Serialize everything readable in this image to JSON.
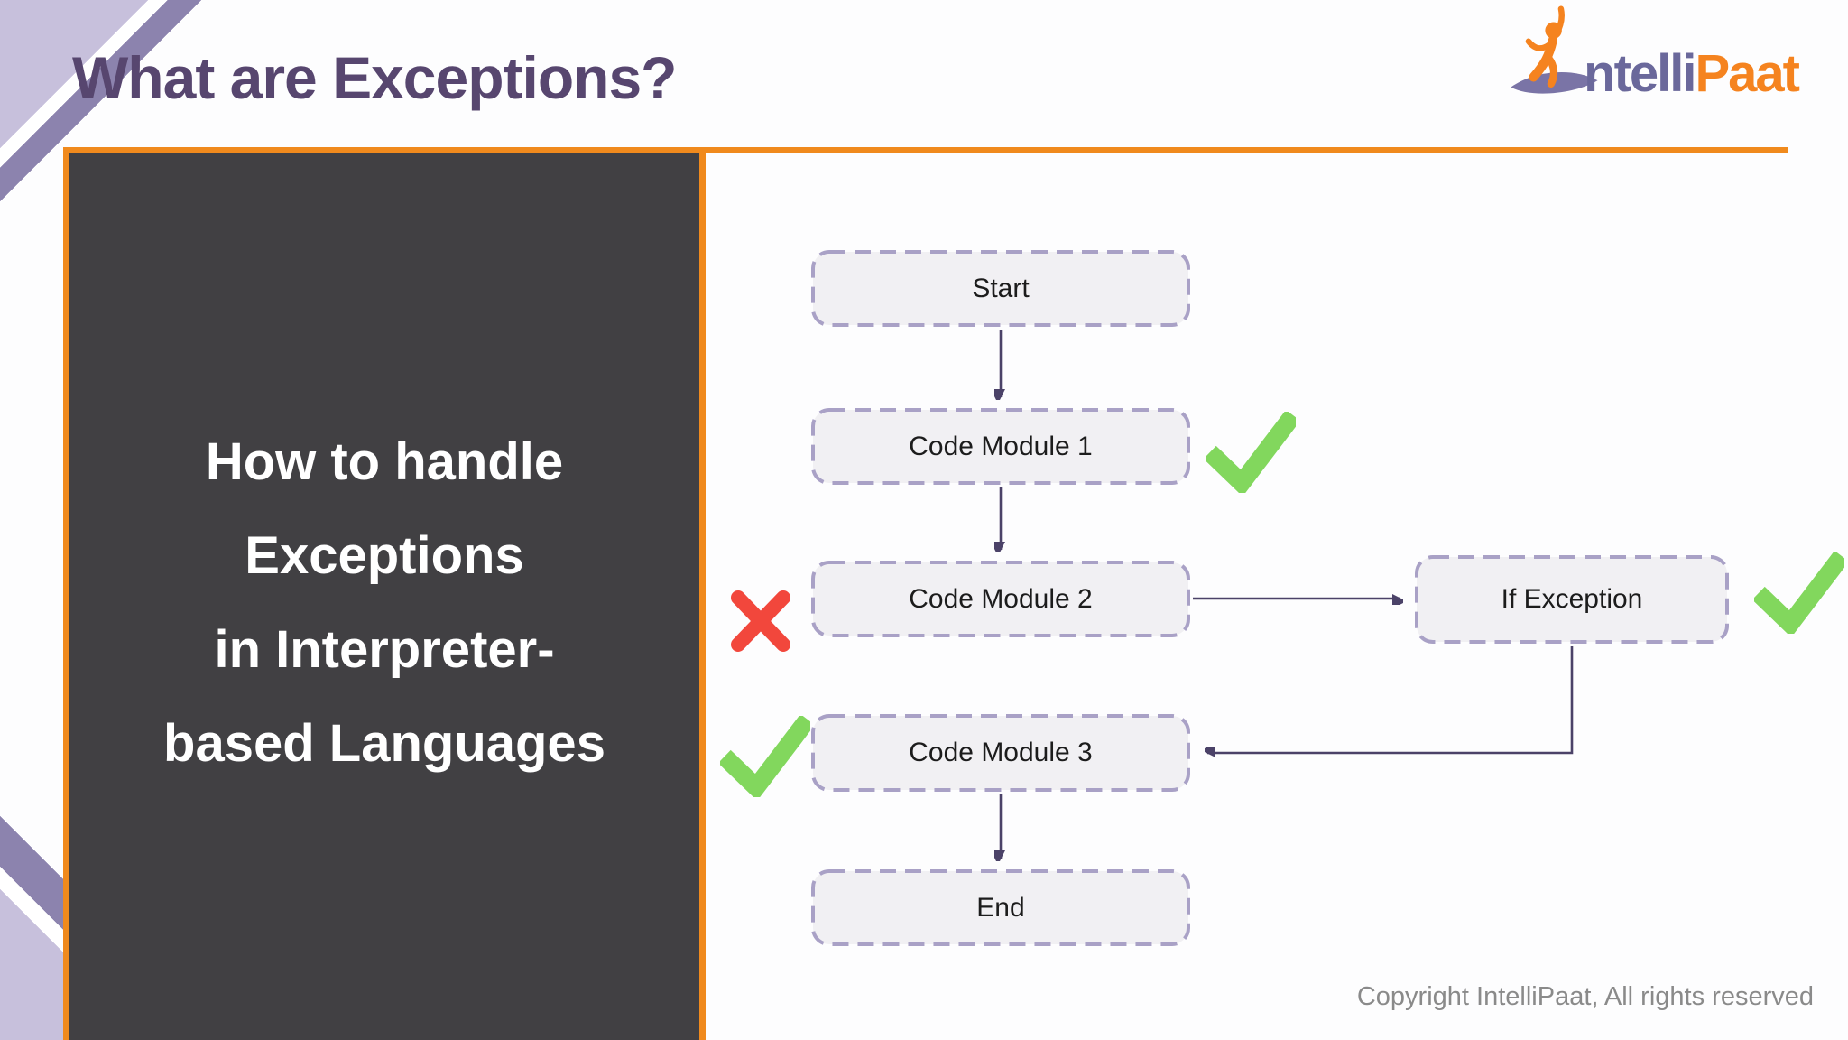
{
  "header": {
    "title": "What are Exceptions?"
  },
  "logo": {
    "part1": "ntelli",
    "part2": "Paat",
    "figure": "jumping-person-with-swoosh"
  },
  "panel": {
    "lines": [
      "How to handle",
      "Exceptions",
      "in Interpreter-",
      "based Languages"
    ]
  },
  "flowchart": {
    "type": "flowchart",
    "nodes": [
      {
        "id": "start",
        "label": "Start",
        "status": "none"
      },
      {
        "id": "code-module-1",
        "label": "Code Module 1",
        "status": "pass"
      },
      {
        "id": "code-module-2",
        "label": "Code Module 2",
        "status": "fail"
      },
      {
        "id": "if-exception",
        "label": "If Exception",
        "status": "pass"
      },
      {
        "id": "code-module-3",
        "label": "Code Module 3",
        "status": "pass"
      },
      {
        "id": "end",
        "label": "End",
        "status": "none"
      }
    ],
    "edges": [
      "start->code-module-1",
      "code-module-1->code-module-2",
      "code-module-2->if-exception",
      "if-exception->code-module-3",
      "code-module-3->end"
    ]
  },
  "footer": {
    "copyright": "Copyright IntelliPaat, All rights reserved"
  },
  "colors": {
    "accent_orange": "#F08A1D",
    "title_purple": "#57466F",
    "panel_dark": "#414043",
    "node_fill": "#F1F0F3",
    "dashed_border": "#A9A1C6",
    "connector": "#4B4268",
    "check_green": "#82D75D",
    "cross_red": "#F2473C",
    "logo_purple": "#6A689B",
    "logo_orange": "#F5831F",
    "stripe_light": "#C7C0DC",
    "stripe_mid": "#8C83AE",
    "copyright_gray": "#8A8A8A"
  }
}
